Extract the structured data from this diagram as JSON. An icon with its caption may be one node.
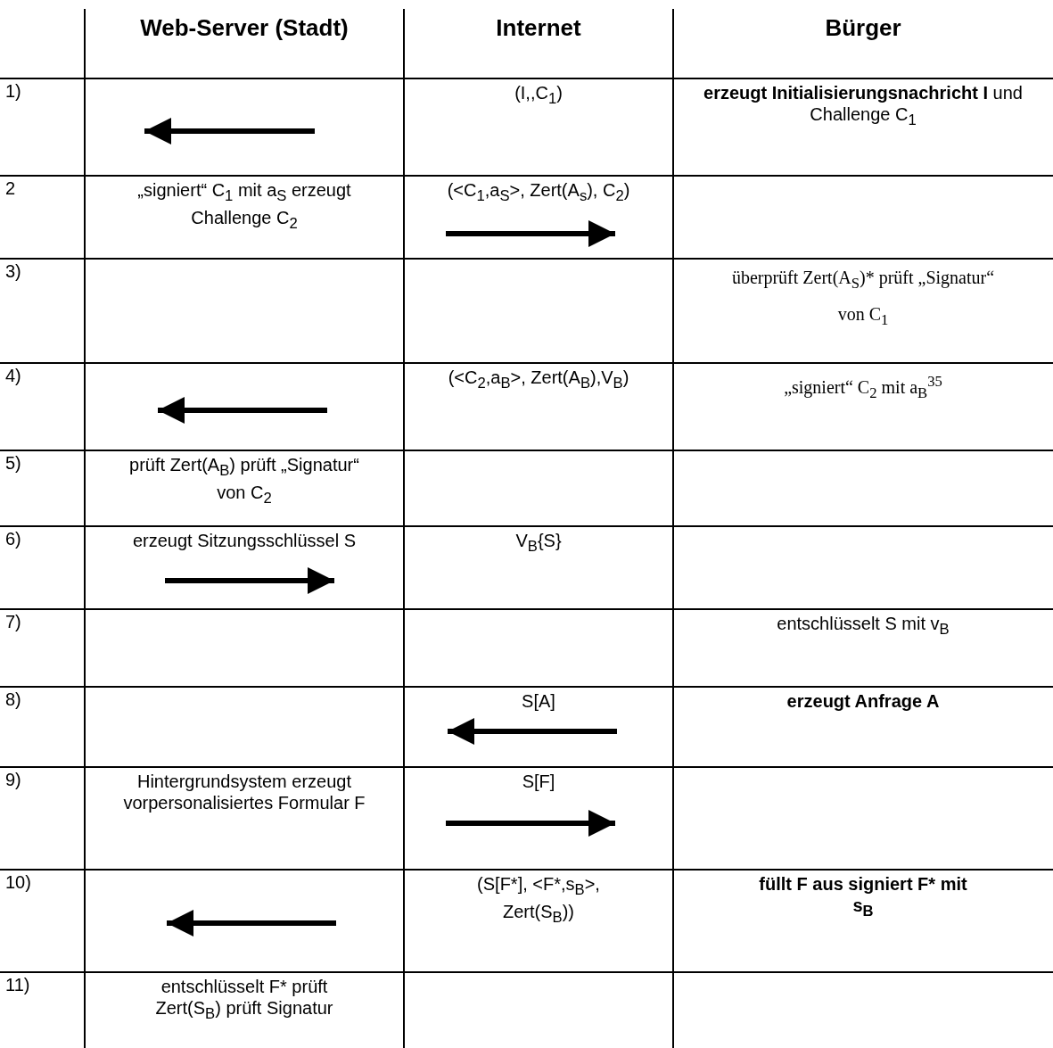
{
  "diagram": {
    "labels": [
      "Web-Server (Stadt)",
      "Internet",
      "Bürger",
      "1)",
      "(I,,C$_{1}$)",
      "**erzeugt Initialisierungsnachricht I** und Challenge C$_{1}$",
      "2",
      "„signiert“ C$_{1}$ mit a$_{S}$ erzeugt Challenge C$_{2}$",
      "(<C$_{1}$,a$_{S}$>, Zert(A$_{s}$), C$_{2}$)",
      "3)",
      "überprüft Zert(A$_{S}$)* prüft „Signatur“ von C$_{1}$",
      "4)",
      "(<C$_{2}$,a$_{B}$>, Zert(A$_{B}$),V$_{B}$)",
      "„signiert“ C$_{2}$ mit a$_{B}$$^{35}$",
      "5)",
      "prüft Zert(A$_{B}$) prüft „Signatur“ von C$_{2}$",
      "6)",
      "erzeugt Sitzungsschlüssel S",
      "V$_{B}${S}",
      "7)",
      "entschlüsselt S mit v$_{B}$",
      "8)",
      "S[A]",
      "erzeugt Anfrage A",
      "9)",
      "Hintergrundsystem erzeugt vorpersonalisiertes Formular F",
      "S[F]",
      "10)",
      "(S[F*], <F*,s$_{B}$>, Zert(S$_{B}$))",
      "füllt F aus signiert F* mit s$_{B}$",
      "11)",
      "entschlüsselt F* prüft Zert(S$_{B}$) prüft Signatur"
    ]
  }
}
